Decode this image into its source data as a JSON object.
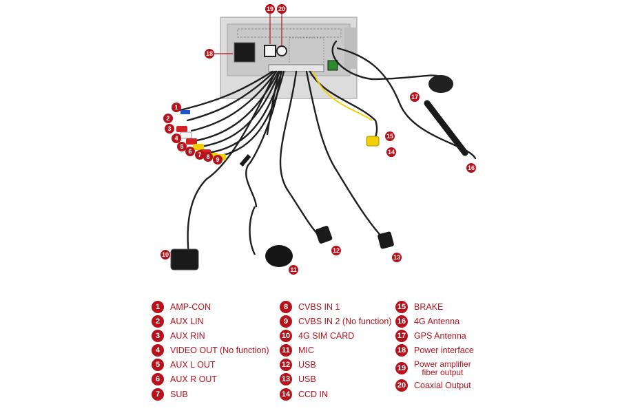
{
  "callouts": [
    "1",
    "2",
    "3",
    "4",
    "5",
    "6",
    "7",
    "8",
    "9",
    "10",
    "11",
    "12",
    "13",
    "14",
    "15",
    "16",
    "17",
    "18",
    "19",
    "20"
  ],
  "legend": {
    "col1": [
      {
        "n": "1",
        "label": "AMP-CON"
      },
      {
        "n": "2",
        "label": "AUX LIN"
      },
      {
        "n": "3",
        "label": "AUX RIN"
      },
      {
        "n": "4",
        "label": "VIDEO OUT (No function)"
      },
      {
        "n": "5",
        "label": "AUX L OUT"
      },
      {
        "n": "6",
        "label": "AUX R OUT"
      },
      {
        "n": "7",
        "label": "SUB"
      }
    ],
    "col2": [
      {
        "n": "8",
        "label": "CVBS IN 1"
      },
      {
        "n": "9",
        "label": "CVBS IN 2 (No function)"
      },
      {
        "n": "10",
        "label": "4G SIM CARD"
      },
      {
        "n": "11",
        "label": "MIC"
      },
      {
        "n": "12",
        "label": "USB"
      },
      {
        "n": "13",
        "label": "USB"
      },
      {
        "n": "14",
        "label": "CCD IN"
      }
    ],
    "col3": [
      {
        "n": "15",
        "label": "BRAKE"
      },
      {
        "n": "16",
        "label": "4G Antenna"
      },
      {
        "n": "17",
        "label": "GPS Antenna"
      },
      {
        "n": "18",
        "label": "Power interface"
      },
      {
        "n": "19",
        "label": "Power amplifier",
        "label2": "fiber output"
      },
      {
        "n": "20",
        "label": "Coaxial Output"
      }
    ]
  },
  "colors": {
    "accent": "#b5121b",
    "cable": "#1f1f1f",
    "rca_red": "#d42020",
    "rca_yellow": "#f0d000",
    "panel": "#d9d9d9"
  }
}
